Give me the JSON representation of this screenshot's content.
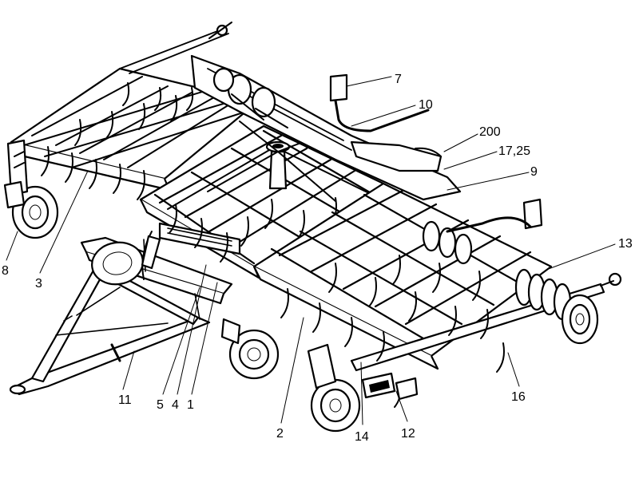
{
  "diagram": {
    "callouts": [
      {
        "id": "c1",
        "label": "1"
      },
      {
        "id": "c2",
        "label": "2"
      },
      {
        "id": "c3",
        "label": "3"
      },
      {
        "id": "c4",
        "label": "4"
      },
      {
        "id": "c5",
        "label": "5"
      },
      {
        "id": "c7",
        "label": "7"
      },
      {
        "id": "c8",
        "label": "8"
      },
      {
        "id": "c9",
        "label": "9"
      },
      {
        "id": "c10",
        "label": "10"
      },
      {
        "id": "c11",
        "label": "11"
      },
      {
        "id": "c12",
        "label": "12"
      },
      {
        "id": "c13",
        "label": "13"
      },
      {
        "id": "c14",
        "label": "14"
      },
      {
        "id": "c16",
        "label": "16"
      },
      {
        "id": "c1725",
        "label": "17,25"
      },
      {
        "id": "c200",
        "label": "200"
      }
    ]
  }
}
